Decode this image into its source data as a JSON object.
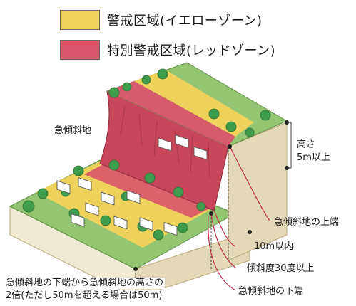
{
  "legend": {
    "yellow": {
      "label": "警戒区域(イエローゾーン)",
      "color": "#f2d35a"
    },
    "red": {
      "label": "特別警戒区域(レッドゾーン)",
      "color": "#d9556a"
    }
  },
  "labels": {
    "steep_slope": "急傾斜地",
    "height_line1": "高さ",
    "height_line2": "5m以上",
    "slope_top": "急傾斜地の上端",
    "within_10m": "10m以内",
    "angle": "傾斜度30度以上",
    "slope_bottom": "急傾斜地の下端",
    "bottom_note_line1": "急傾斜地の下端から急傾斜地の高さの",
    "bottom_note_line2": "2倍(ただし50mを超える場合は50m)"
  },
  "colors": {
    "grass": "#93c572",
    "grass_dark": "#6fa853",
    "soil_side": "#f1ead2",
    "soil_side_dark": "#e4d9b6",
    "cliff": "#c8465a",
    "tree": "#3e9c4c",
    "leader": "#c0304a"
  }
}
